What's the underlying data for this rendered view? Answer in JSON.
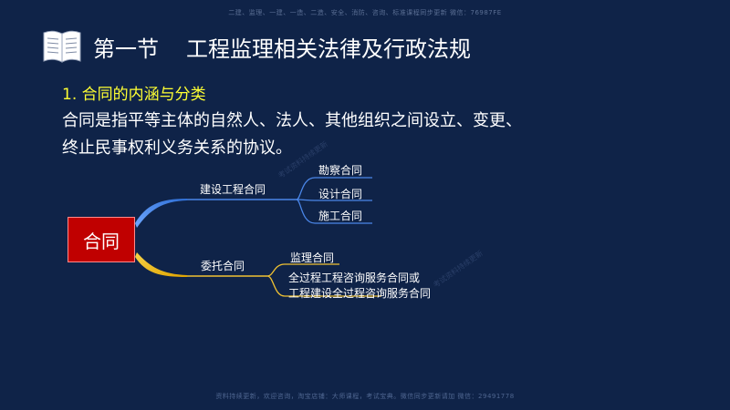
{
  "watermark": {
    "top": "二建、监理、一建、一造、二造、安全、消防、咨询、标准课程同步更新 微信：76987FE",
    "bottom": "资料持续更新，欢迎咨询，淘宝店铺：大师课程，考试宝典。微信同步更新请加 微信：29491778",
    "diagonal": "考试资料持续更新"
  },
  "header": {
    "section": "第一节",
    "title": "工程监理相关法律及行政法规",
    "icon": "book-icon"
  },
  "content": {
    "subheading": "1. 合同的内涵与分类",
    "definition_lines": [
      "合同是指平等主体的自然人、法人、其他组织之间设立、变更、",
      "终止民事权利义务关系的协议。"
    ]
  },
  "mindmap": {
    "root": "合同",
    "branch_construction": {
      "label": "建设工程合同",
      "color": "#4a86e8",
      "children": [
        "勘察合同",
        "设计合同",
        "施工合同"
      ]
    },
    "branch_entrust": {
      "label": "委托合同",
      "color": "#f1c232",
      "children": [
        "监理合同",
        "全过程工程咨询服务合同或",
        "工程建设全过程咨询服务合同"
      ]
    }
  }
}
